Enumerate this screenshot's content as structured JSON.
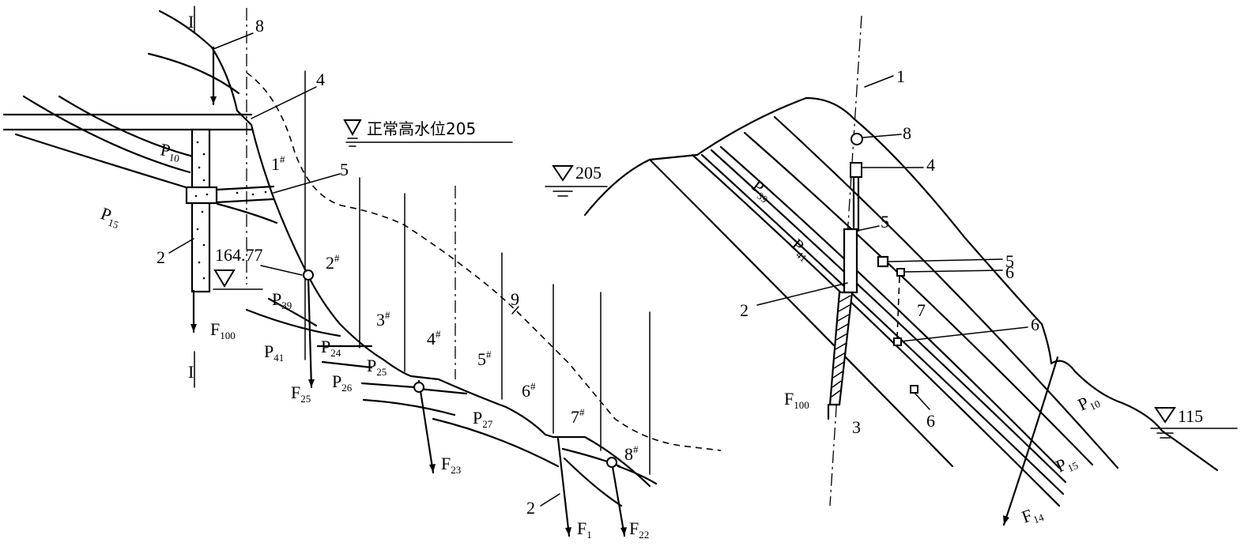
{
  "left_section": {
    "section_mark_top": "I",
    "section_mark_bottom": "I",
    "water_level_label": "正常高水位205",
    "elevation_label": "164.77",
    "callouts": [
      "8",
      "4",
      "5",
      "2"
    ],
    "block_labels": [
      {
        "base": "1",
        "mark": "#"
      },
      {
        "base": "2",
        "mark": "#"
      },
      {
        "base": "3",
        "mark": "#"
      },
      {
        "base": "4",
        "mark": "#"
      },
      {
        "base": "5",
        "mark": "#"
      },
      {
        "base": "6",
        "mark": "#"
      },
      {
        "base": "7",
        "mark": "#"
      },
      {
        "base": "8",
        "mark": "#"
      }
    ],
    "curve_label": "9",
    "layers": [
      {
        "base": "P",
        "sub": "10"
      },
      {
        "base": "P",
        "sub": "15"
      },
      {
        "base": "P",
        "sub": "39"
      },
      {
        "base": "P",
        "sub": "41"
      },
      {
        "base": "P",
        "sub": "24"
      },
      {
        "base": "P",
        "sub": "25"
      },
      {
        "base": "P",
        "sub": "26"
      },
      {
        "base": "P",
        "sub": "27"
      }
    ],
    "faults": [
      {
        "base": "F",
        "sub": "100"
      },
      {
        "base": "F",
        "sub": "25"
      },
      {
        "base": "F",
        "sub": "23"
      },
      {
        "base": "F",
        "sub": "1"
      },
      {
        "base": "F",
        "sub": "22"
      }
    ],
    "bottom_callout": "2"
  },
  "right_section": {
    "water_level_high": "205",
    "water_level_low": "115",
    "callouts": [
      "1",
      "8",
      "4",
      "5",
      "5",
      "6",
      "7",
      "6",
      "2",
      "3",
      "6"
    ],
    "layers": [
      {
        "base": "P",
        "sub": "39"
      },
      {
        "base": "P",
        "sub": "41"
      },
      {
        "base": "P",
        "sub": "10"
      },
      {
        "base": "P",
        "sub": "15"
      }
    ],
    "faults": [
      {
        "base": "F",
        "sub": "100"
      },
      {
        "base": "F",
        "sub": "14"
      }
    ]
  }
}
